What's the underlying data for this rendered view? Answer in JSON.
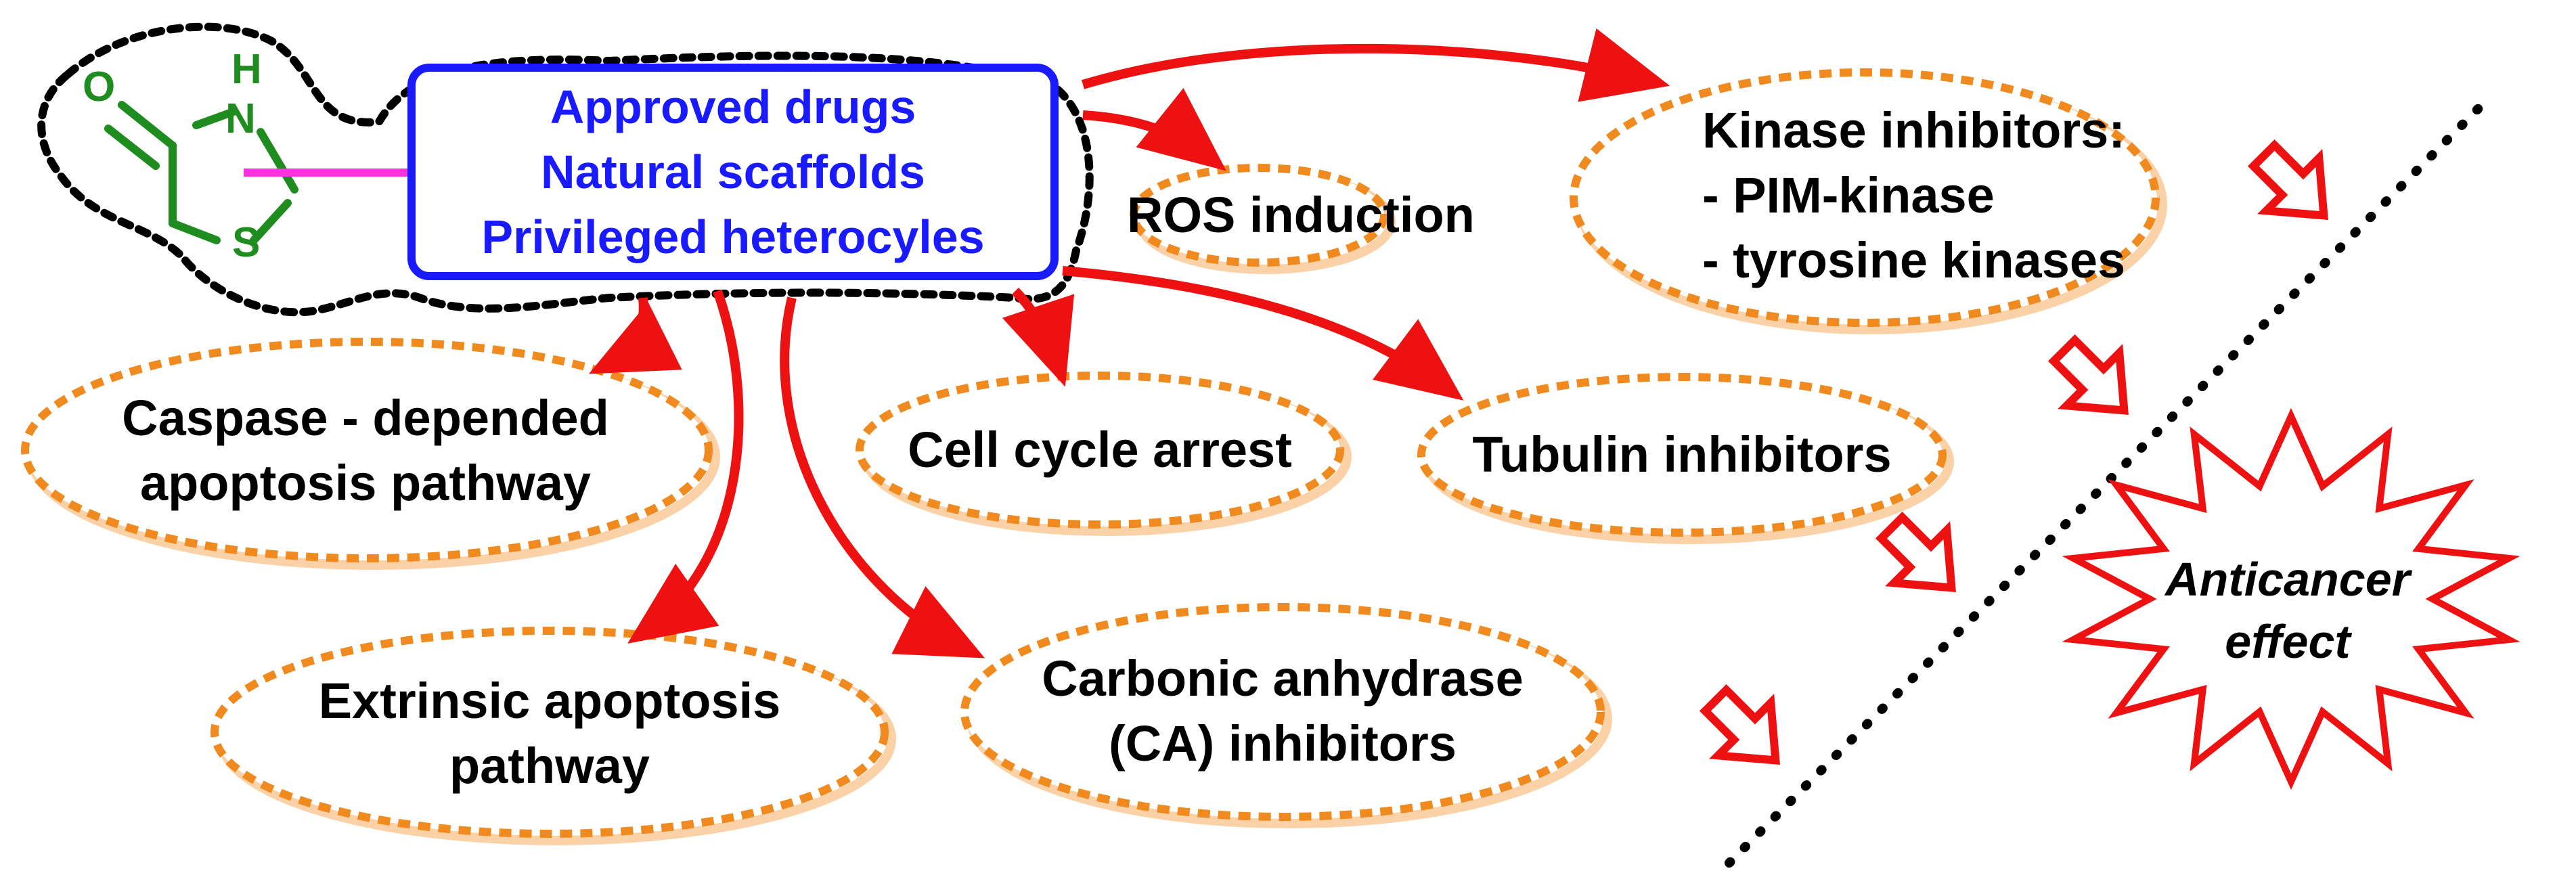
{
  "core": {
    "lines": [
      "Approved drugs",
      "Natural scaffolds",
      "Privileged heterocyles"
    ]
  },
  "molecule": {
    "atom_o": "O",
    "atom_n": "N",
    "atom_h": "H",
    "atom_s": "S"
  },
  "nodes": {
    "ros": "ROS induction",
    "kinase": {
      "title": "Kinase inhibitors:",
      "items": [
        "- PIM-kinase",
        "- tyrosine kinases"
      ]
    },
    "caspase": [
      "Caspase - depended",
      "apoptosis pathway"
    ],
    "cell_cycle": "Cell cycle arrest",
    "tubulin": "Tubulin inhibitors",
    "extrinsic": [
      "Extrinsic apoptosis",
      "pathway"
    ],
    "carbonic": [
      "Carbonic anhydrase",
      "(CA) inhibitors"
    ]
  },
  "effect": [
    "Anticancer",
    "effect"
  ],
  "colors": {
    "core_border": "#1a1aff",
    "core_text": "#1a1aff",
    "arrow": "#ee1111",
    "ellipse_dash": "#f08a1e",
    "ellipse_shadow": "#fbd2a8",
    "molecule": "#1e8c1e",
    "linker": "#ff33dd",
    "burst": "#ee1111"
  }
}
